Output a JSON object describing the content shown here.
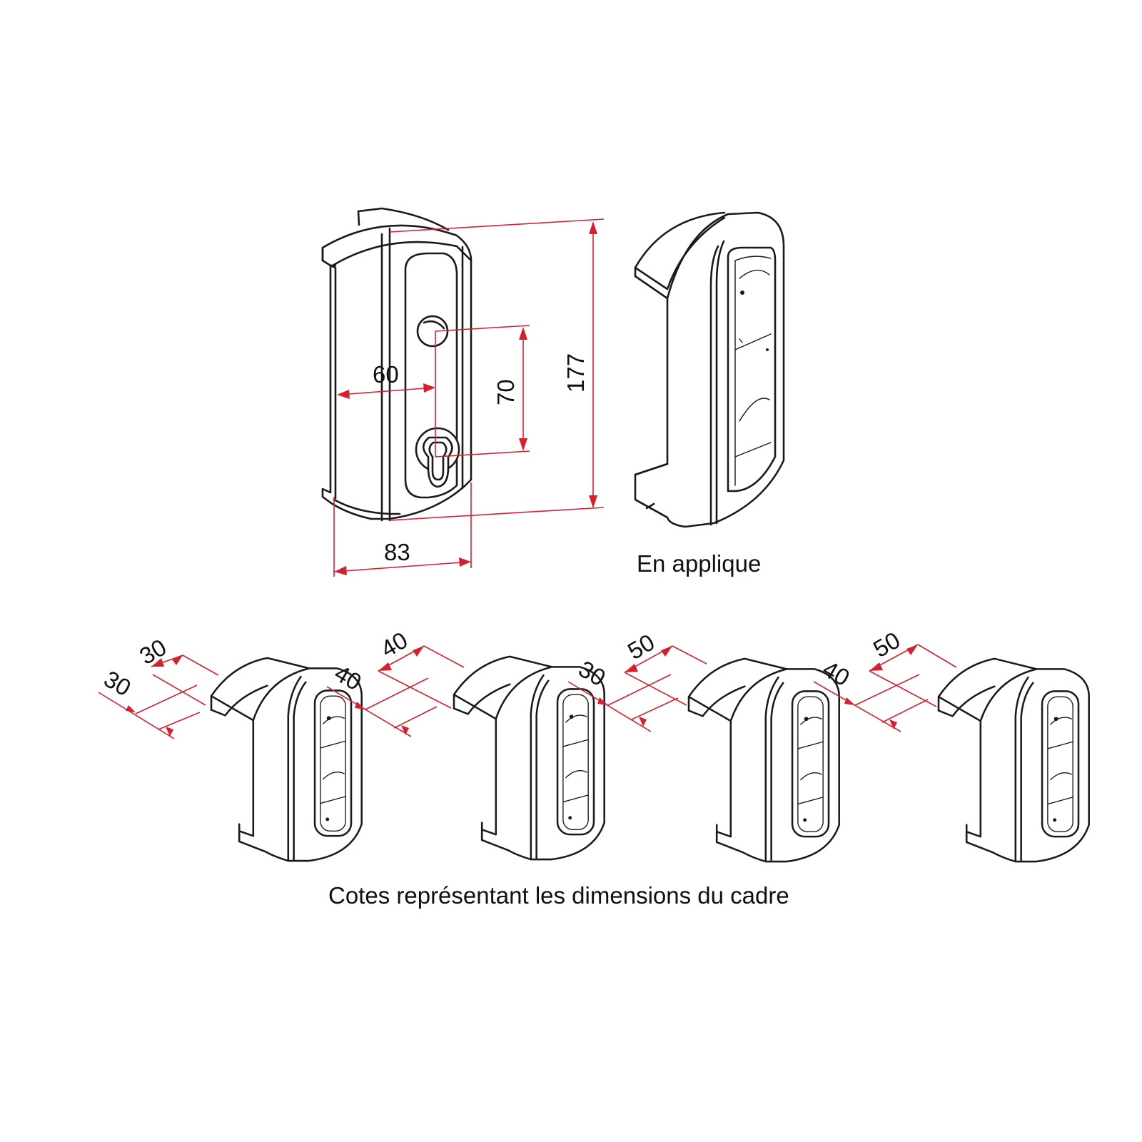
{
  "front_view": {
    "dim_width_inner": "60",
    "dim_hole_spacing": "70",
    "dim_height": "177",
    "dim_width": "83"
  },
  "side_view": {
    "caption": "En applique"
  },
  "frame_variants": [
    {
      "dim_top": "30",
      "dim_left": "30"
    },
    {
      "dim_top": "40",
      "dim_left": "40"
    },
    {
      "dim_top": "50",
      "dim_left": "30"
    },
    {
      "dim_top": "50",
      "dim_left": "40"
    }
  ],
  "bottom_caption": "Cotes représentant les dimensions du cadre",
  "colors": {
    "dimension_line": "#d6202f",
    "outline": "#1a1a1a"
  },
  "icons": [
    "arrowhead"
  ]
}
